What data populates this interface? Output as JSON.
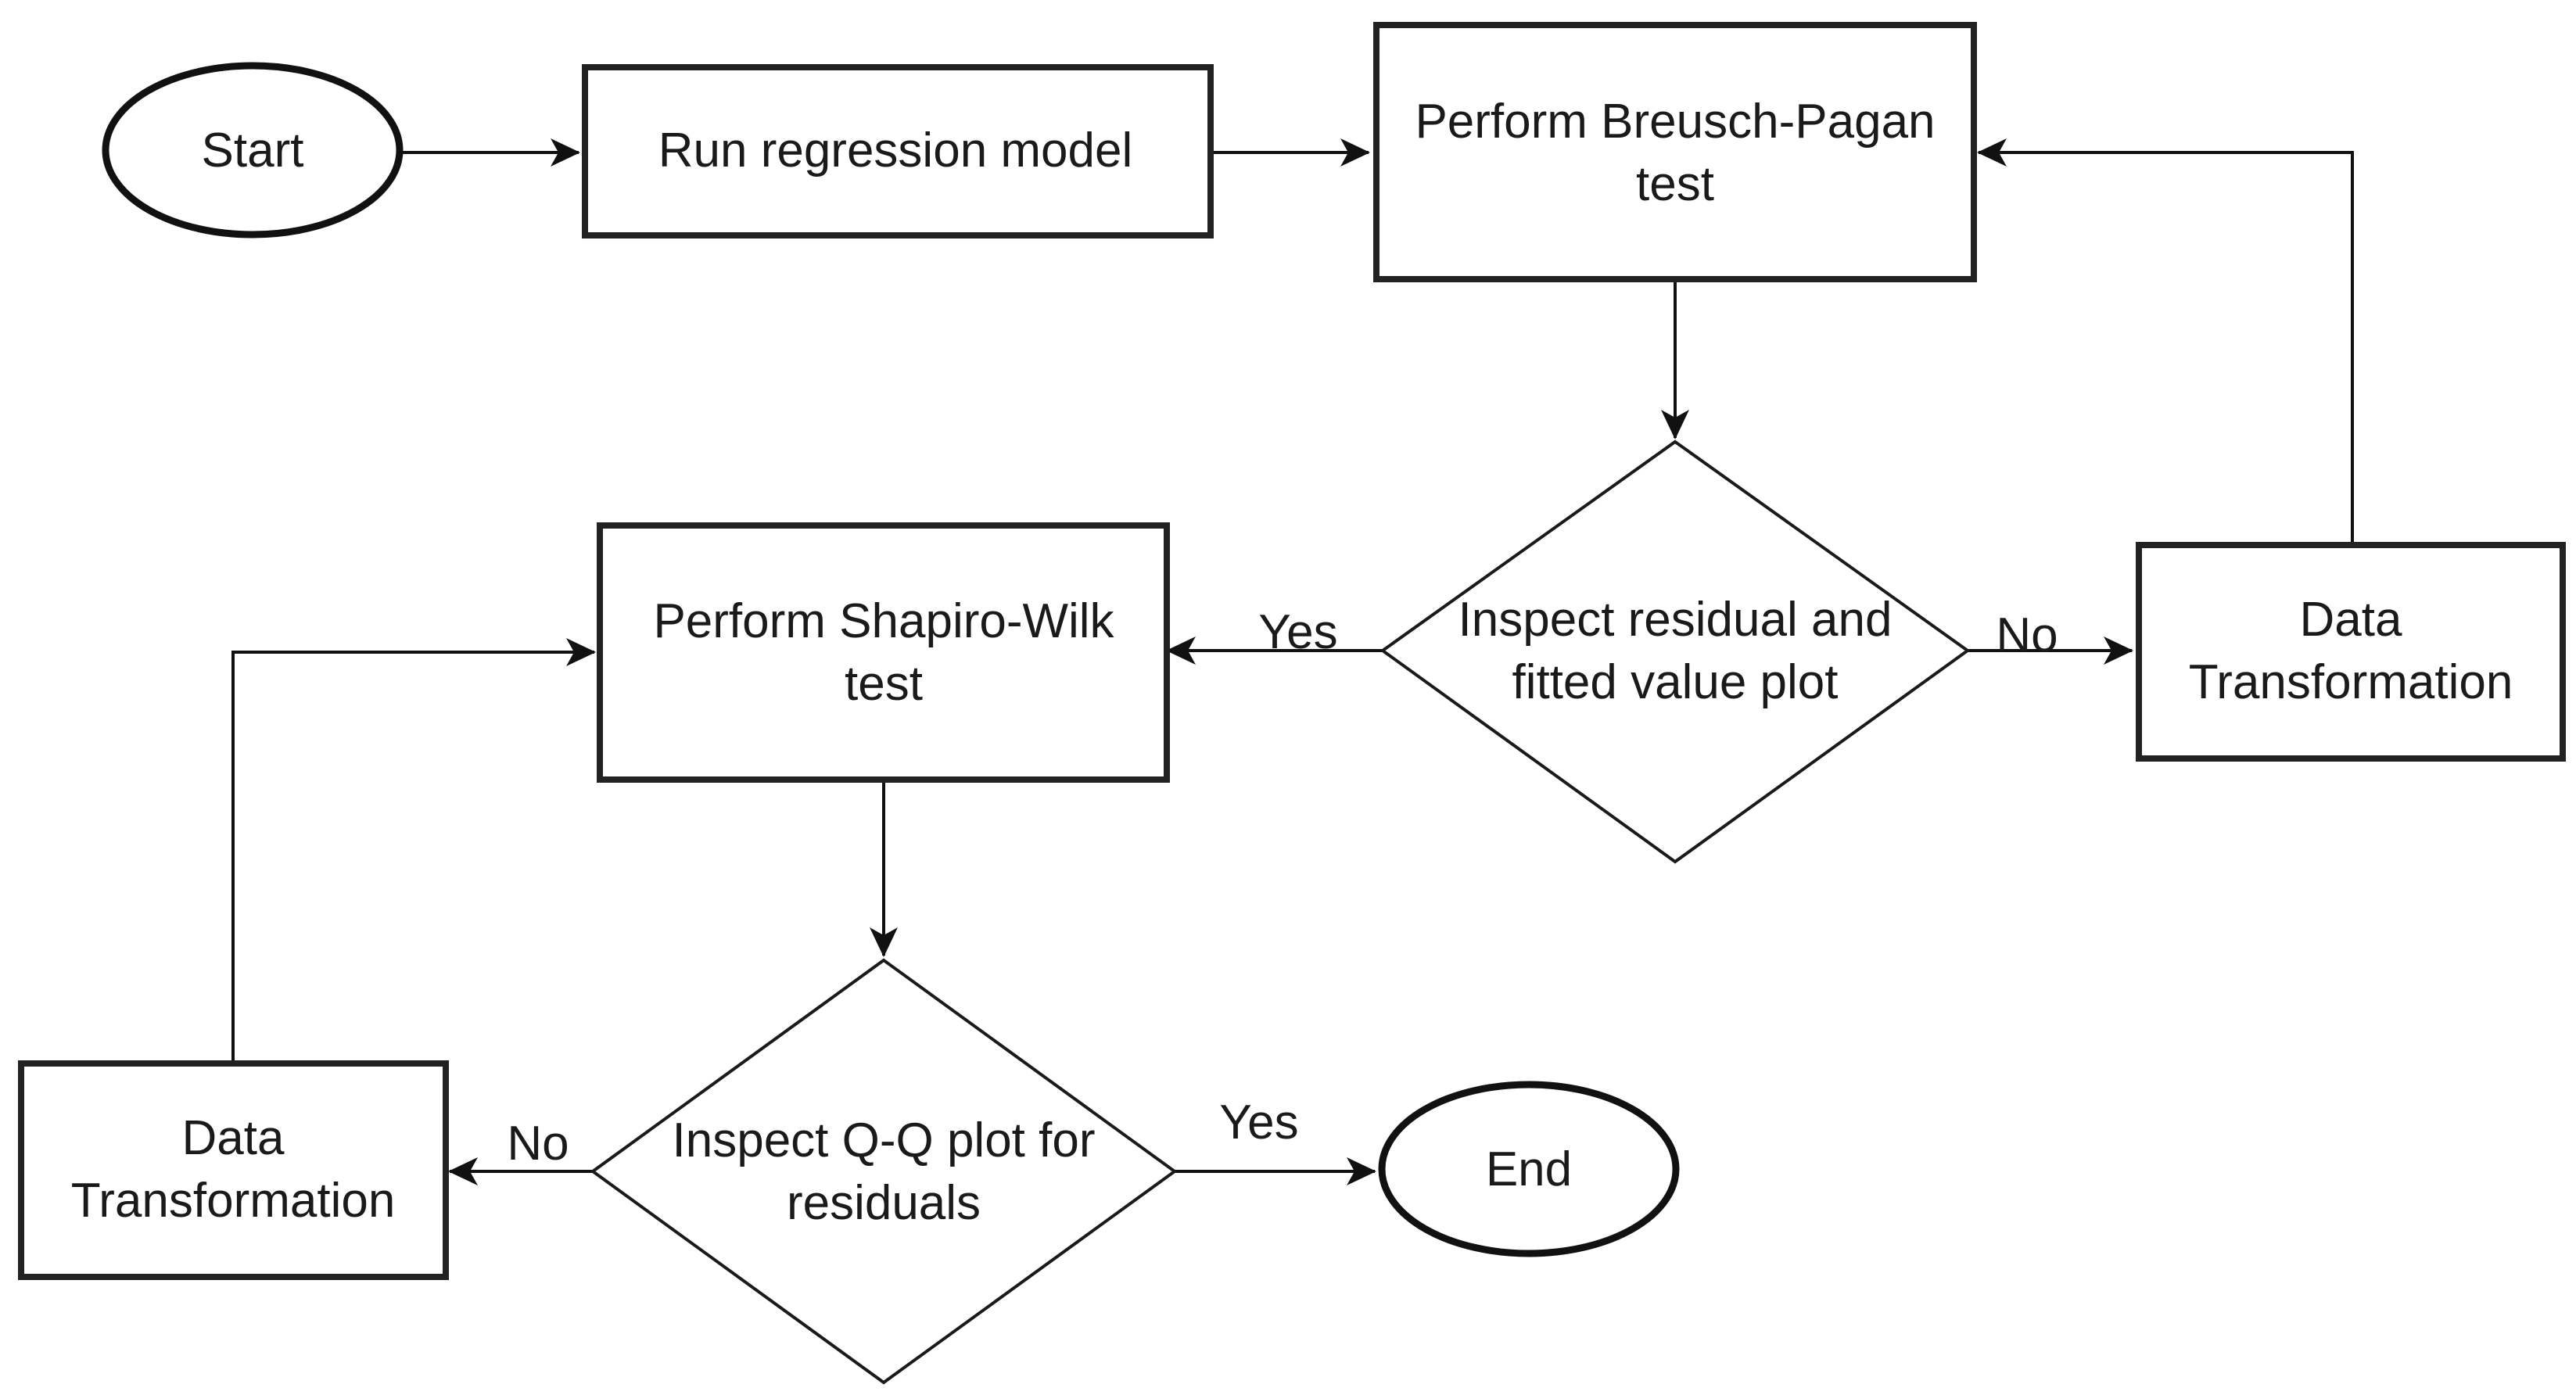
{
  "nodes": {
    "start": {
      "lines": [
        "Start"
      ]
    },
    "run_regression": {
      "lines": [
        "Run regression model"
      ]
    },
    "breusch_pagan": {
      "lines": [
        "Perform Breusch-Pagan",
        "test"
      ]
    },
    "inspect_residual_fitted": {
      "lines": [
        "Inspect residual and",
        "fitted value plot"
      ]
    },
    "data_transformation_right": {
      "lines": [
        "Data",
        "Transformation"
      ]
    },
    "shapiro_wilk": {
      "lines": [
        "Perform Shapiro-Wilk",
        "test"
      ]
    },
    "inspect_qq": {
      "lines": [
        "Inspect Q-Q plot for",
        "residuals"
      ]
    },
    "data_transformation_left": {
      "lines": [
        "Data",
        "Transformation"
      ]
    },
    "end": {
      "lines": [
        "End"
      ]
    }
  },
  "edge_labels": {
    "residual_yes": "Yes",
    "residual_no": "No",
    "qq_no": "No",
    "qq_yes": "Yes"
  },
  "colors": {
    "stroke": "#111111",
    "fill": "#ffffff",
    "text": "#1a1a1a"
  }
}
